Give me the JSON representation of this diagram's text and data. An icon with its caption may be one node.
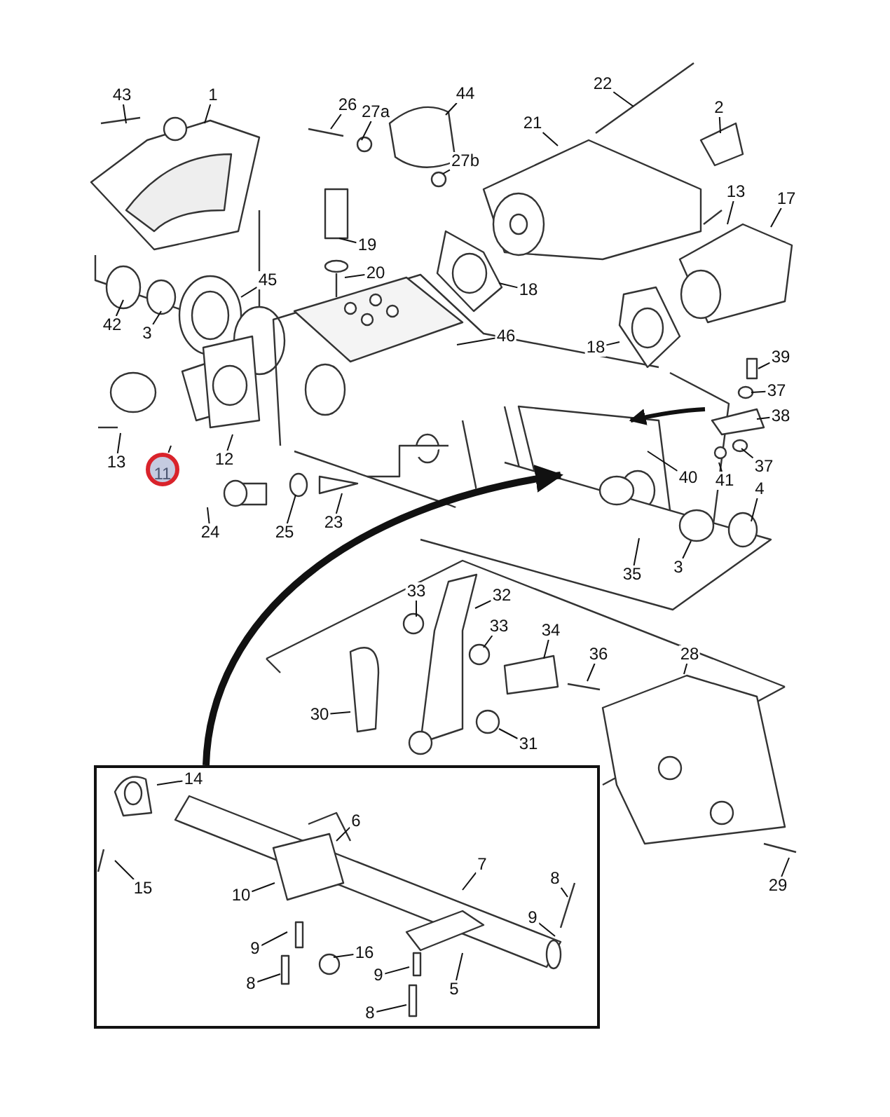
{
  "diagram": {
    "nodes": [
      {
        "text": [],
        "shape": "box"
      },
      {
        "text": [
          "43"
        ]
      },
      {
        "text": [
          "1"
        ]
      },
      {
        "text": [
          "26"
        ]
      },
      {
        "text": [
          "27a"
        ]
      },
      {
        "text": [
          "44"
        ]
      },
      {
        "text": [
          "22"
        ]
      },
      {
        "text": [
          "2"
        ]
      },
      {
        "text": [
          "21"
        ]
      },
      {
        "text": [
          "27b"
        ]
      },
      {
        "text": [
          "13"
        ]
      },
      {
        "text": [
          "17"
        ]
      },
      {
        "text": [
          "19"
        ]
      },
      {
        "text": [
          "20"
        ]
      },
      {
        "text": [
          "45"
        ]
      },
      {
        "text": [
          "18"
        ]
      },
      {
        "text": [
          "42"
        ]
      },
      {
        "text": [
          "3"
        ]
      },
      {
        "text": [
          "46"
        ]
      },
      {
        "text": [
          "18"
        ]
      },
      {
        "text": [
          "39"
        ]
      },
      {
        "text": [
          "37"
        ]
      },
      {
        "text": [
          "38"
        ]
      },
      {
        "text": [
          "13"
        ]
      },
      {
        "text": [
          "11"
        ]
      },
      {
        "text": [
          "12"
        ]
      },
      {
        "text": [
          "40"
        ]
      },
      {
        "text": [
          "41"
        ]
      },
      {
        "text": [
          "37"
        ]
      },
      {
        "text": [
          "24"
        ]
      },
      {
        "text": [
          "25"
        ]
      },
      {
        "text": [
          "23"
        ]
      },
      {
        "text": [
          "4"
        ]
      },
      {
        "text": [
          "35"
        ]
      },
      {
        "text": [
          "3"
        ]
      },
      {
        "text": [
          "33"
        ]
      },
      {
        "text": [
          "32"
        ]
      },
      {
        "text": [
          "33"
        ]
      },
      {
        "text": [
          "34"
        ]
      },
      {
        "text": [
          "36"
        ]
      },
      {
        "text": [
          "28"
        ]
      },
      {
        "text": [
          "30"
        ]
      },
      {
        "text": [
          "31"
        ]
      },
      {
        "text": [
          "14"
        ],
        "in": 0
      },
      {
        "text": [
          "6"
        ],
        "in": 0
      },
      {
        "text": [
          "7"
        ],
        "in": 0
      },
      {
        "text": [
          "8"
        ],
        "in": 0
      },
      {
        "text": [
          "15"
        ],
        "in": 0
      },
      {
        "text": [
          "10"
        ],
        "in": 0
      },
      {
        "text": [
          "9"
        ],
        "in": 0
      },
      {
        "text": [
          "9"
        ],
        "in": 0
      },
      {
        "text": [
          "16"
        ],
        "in": 0
      },
      {
        "text": [
          "8"
        ],
        "in": 0
      },
      {
        "text": [
          "9"
        ],
        "in": 0
      },
      {
        "text": [
          "5"
        ],
        "in": 0
      },
      {
        "text": [
          "8"
        ],
        "in": 0
      },
      {
        "text": [
          "29"
        ]
      }
    ],
    "edges": [
      {
        "from": 1,
        "to": null,
        "arrow": "none"
      },
      {
        "from": 2,
        "to": null,
        "arrow": "none"
      },
      {
        "from": 3,
        "to": null,
        "arrow": "none"
      },
      {
        "from": 4,
        "to": null,
        "arrow": "none"
      },
      {
        "from": 5,
        "to": null,
        "arrow": "none"
      },
      {
        "from": 6,
        "to": null,
        "arrow": "none"
      },
      {
        "from": 7,
        "to": null,
        "arrow": "none"
      },
      {
        "from": 8,
        "to": null,
        "arrow": "none"
      },
      {
        "from": 9,
        "to": null,
        "arrow": "none"
      },
      {
        "from": 10,
        "to": null,
        "arrow": "none"
      },
      {
        "from": 11,
        "to": null,
        "arrow": "none"
      },
      {
        "from": 12,
        "to": null,
        "arrow": "none"
      },
      {
        "from": 13,
        "to": null,
        "arrow": "none"
      },
      {
        "from": 14,
        "to": null,
        "arrow": "none"
      },
      {
        "from": 15,
        "to": null,
        "arrow": "none"
      },
      {
        "from": 16,
        "to": null,
        "arrow": "none"
      },
      {
        "from": 17,
        "to": null,
        "arrow": "none"
      },
      {
        "from": 18,
        "to": null,
        "arrow": "none"
      },
      {
        "from": 19,
        "to": null,
        "arrow": "none"
      },
      {
        "from": 20,
        "to": null,
        "arrow": "none"
      },
      {
        "from": 21,
        "to": null,
        "arrow": "none"
      },
      {
        "from": 22,
        "to": null,
        "arrow": "none"
      },
      {
        "from": 23,
        "to": null,
        "arrow": "none"
      },
      {
        "from": 24,
        "to": null,
        "arrow": "none"
      },
      {
        "from": 25,
        "to": null,
        "arrow": "none"
      },
      {
        "from": 26,
        "to": null,
        "arrow": "none"
      },
      {
        "from": 27,
        "to": null,
        "arrow": "none"
      },
      {
        "from": 28,
        "to": null,
        "arrow": "none"
      },
      {
        "from": 29,
        "to": null,
        "arrow": "none"
      },
      {
        "from": 30,
        "to": null,
        "arrow": "none"
      },
      {
        "from": 31,
        "to": null,
        "arrow": "none"
      },
      {
        "from": 32,
        "to": null,
        "arrow": "none"
      },
      {
        "from": 33,
        "to": null,
        "arrow": "none"
      },
      {
        "from": 34,
        "to": null,
        "arrow": "none"
      },
      {
        "from": 35,
        "to": null,
        "arrow": "none"
      },
      {
        "from": 36,
        "to": null,
        "arrow": "none"
      },
      {
        "from": 37,
        "to": null,
        "arrow": "none"
      },
      {
        "from": 38,
        "to": null,
        "arrow": "none"
      },
      {
        "from": 39,
        "to": null,
        "arrow": "none"
      },
      {
        "from": 40,
        "to": null,
        "arrow": "none"
      },
      {
        "from": 41,
        "to": null,
        "arrow": "none"
      },
      {
        "from": 42,
        "to": null,
        "arrow": "none"
      },
      {
        "from": 43,
        "to": null,
        "arrow": "none"
      },
      {
        "from": 44,
        "to": null,
        "arrow": "none"
      },
      {
        "from": 45,
        "to": null,
        "arrow": "none"
      },
      {
        "from": 46,
        "to": null,
        "arrow": "none"
      },
      {
        "from": 47,
        "to": null,
        "arrow": "none"
      },
      {
        "from": 48,
        "to": null,
        "arrow": "none"
      },
      {
        "from": 49,
        "to": null,
        "arrow": "none"
      },
      {
        "from": 50,
        "to": null,
        "arrow": "none"
      },
      {
        "from": 51,
        "to": null,
        "arrow": "none"
      },
      {
        "from": 52,
        "to": null,
        "arrow": "none"
      },
      {
        "from": 53,
        "to": null,
        "arrow": "none"
      },
      {
        "from": 54,
        "to": null,
        "arrow": "none"
      },
      {
        "from": 55,
        "to": null,
        "arrow": "none"
      },
      {
        "from": 56,
        "to": null,
        "arrow": "none"
      },
      {
        "from": 0,
        "to": null,
        "arrow": "to",
        "style": "thick"
      }
    ]
  }
}
